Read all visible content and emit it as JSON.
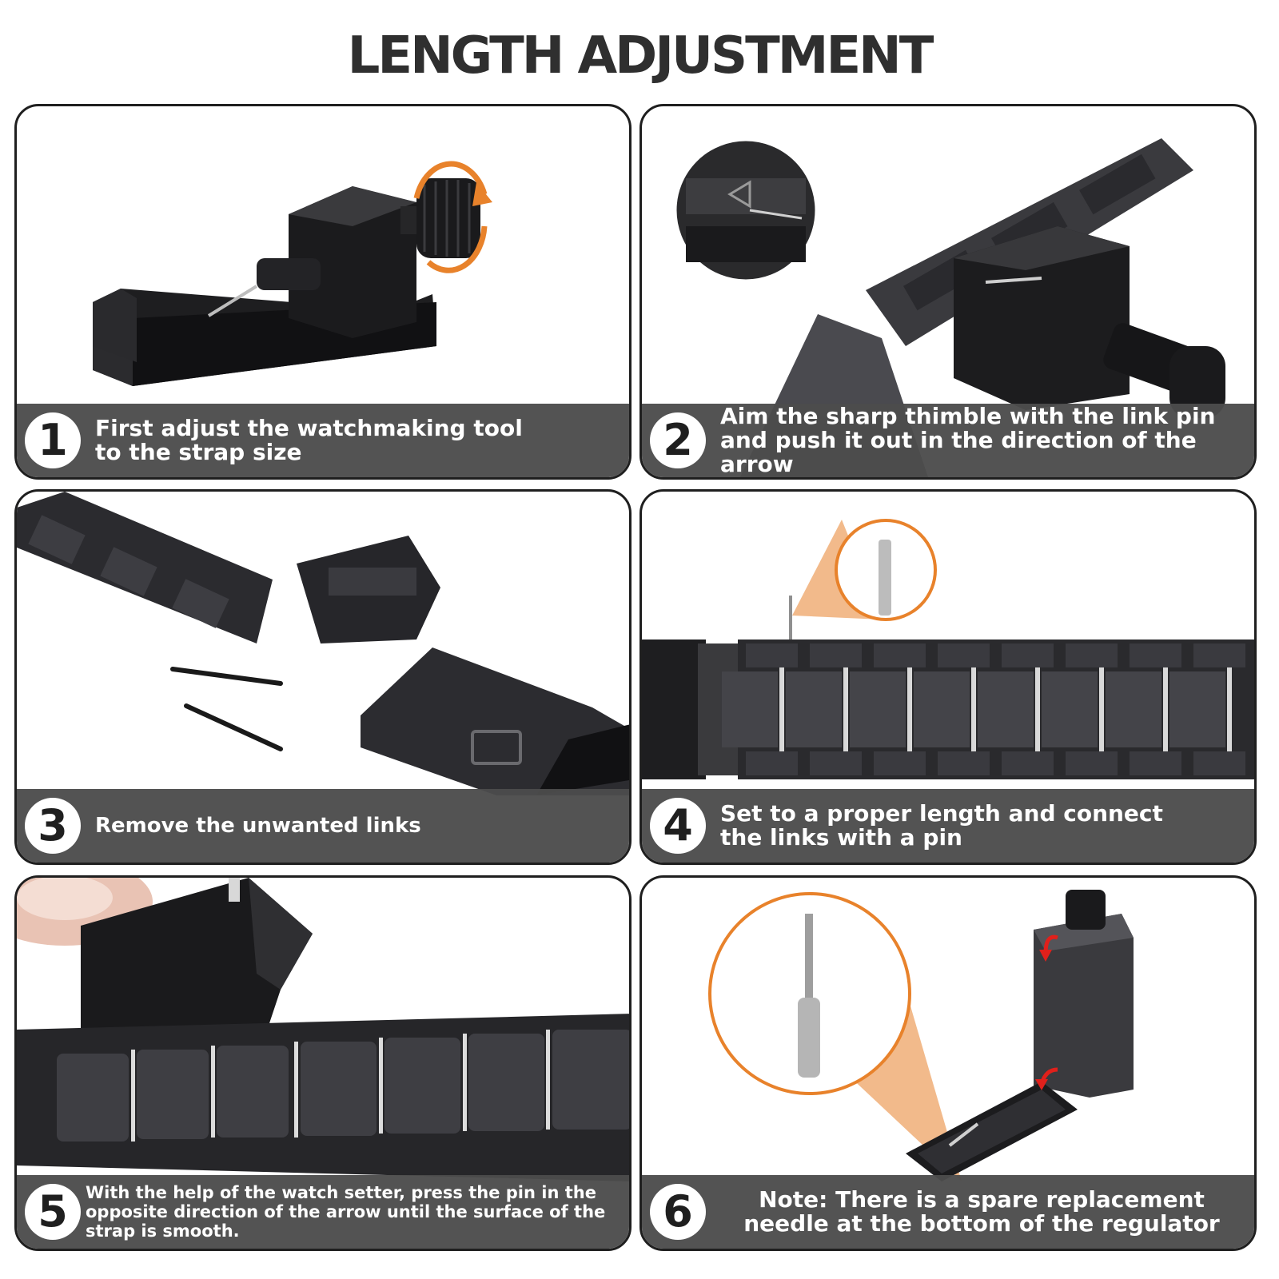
{
  "title": "LENGTH ADJUSTMENT",
  "steps": [
    {
      "number": "1",
      "text": "First adjust the watchmaking tool to the strap size"
    },
    {
      "number": "2",
      "text": "Aim the sharp thimble with the link pin and push it out in the direction of the arrow"
    },
    {
      "number": "3",
      "text": "Remove the unwanted links"
    },
    {
      "number": "4",
      "text": "Set to a proper length and connect the links with a pin"
    },
    {
      "number": "5",
      "text": "With the help of the watch setter, press the pin in the opposite direction of the arrow until the surface of the strap is smooth."
    },
    {
      "number": "6",
      "text": "Note: There is a spare replacement needle at the bottom of the regulator"
    }
  ],
  "colors": {
    "accent": "#e8822b",
    "caption_bg": "#4c4c4c",
    "metal": "#2e2e30",
    "red_arrow": "#e0201b"
  }
}
